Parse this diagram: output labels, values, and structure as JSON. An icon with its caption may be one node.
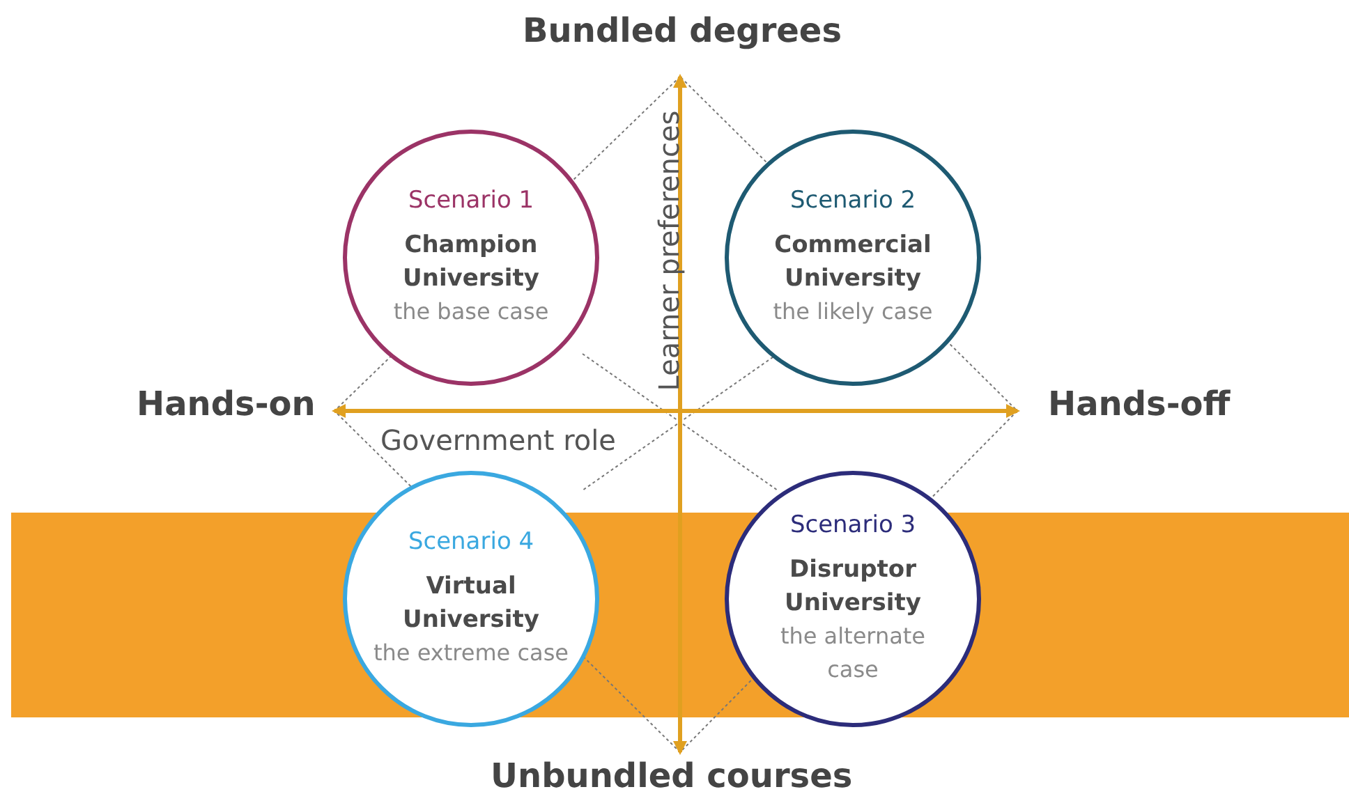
{
  "diagram": {
    "nodes": [
      {
        "text": [
          "Scenario 1",
          "Champion University",
          "the base case"
        ]
      },
      {
        "text": [
          "Scenario 2",
          "Commercial University",
          "the likely case"
        ]
      },
      {
        "text": [
          "Scenario 4",
          "Virtual University",
          "the extreme case"
        ]
      },
      {
        "text": [
          "Scenario 3",
          "Disruptor University",
          "the alternate case"
        ]
      }
    ],
    "labels": [
      "Bundled degrees",
      "Learner preferences",
      "Hands-on",
      "Hands-off",
      "Government role",
      "Unbundled courses"
    ]
  }
}
